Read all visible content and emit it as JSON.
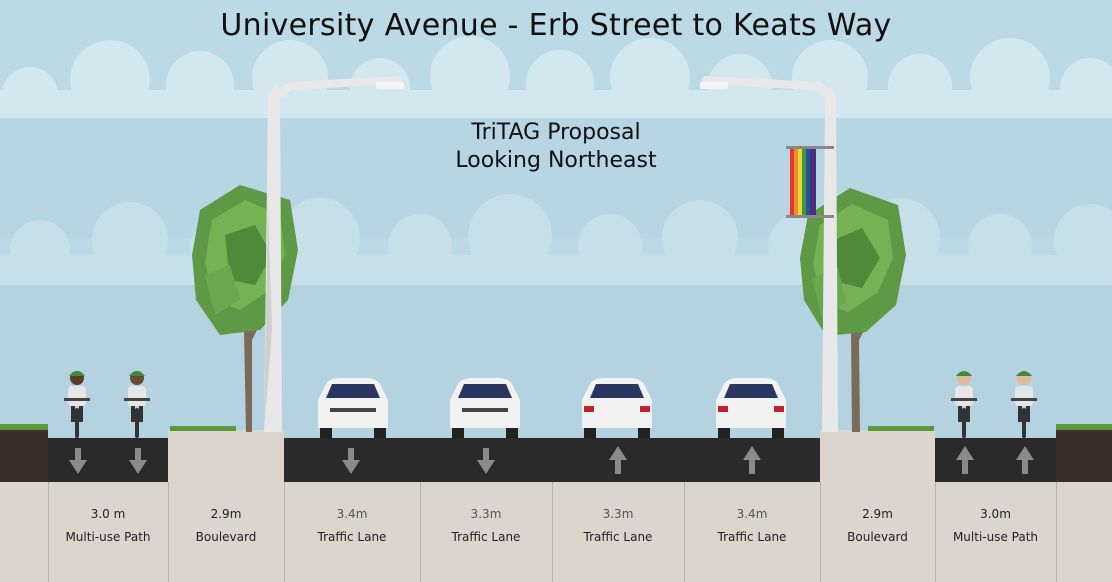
{
  "title": "University Avenue - Erb Street to Keats Way",
  "subtitle": {
    "line1": "TriTAG Proposal",
    "line2": "Looking Northeast"
  },
  "segments": [
    {
      "width": "3.0 m",
      "name": "Multi-use Path",
      "type": "path",
      "direction": "down"
    },
    {
      "width": "2.9m",
      "name": "Boulevard",
      "type": "boulevard"
    },
    {
      "width": "3.4m",
      "name": "Traffic Lane",
      "type": "lane",
      "direction": "down"
    },
    {
      "width": "3.3m",
      "name": "Traffic Lane",
      "type": "lane",
      "direction": "down"
    },
    {
      "width": "3.3m",
      "name": "Traffic Lane",
      "type": "lane",
      "direction": "up"
    },
    {
      "width": "3.4m",
      "name": "Traffic Lane",
      "type": "lane",
      "direction": "up"
    },
    {
      "width": "2.9m",
      "name": "Boulevard",
      "type": "boulevard"
    },
    {
      "width": "3.0m",
      "name": "Multi-use Path",
      "type": "path",
      "direction": "up"
    }
  ],
  "colors": {
    "sky": "#bcd9e6",
    "cloud": "#d4e8f0",
    "road": "#2a2a2a",
    "sidewalk": "#dad6cd",
    "soil": "#3a2e27",
    "grass": "#5a9a3a",
    "tree_leaf": "#6aa84f",
    "pole": "#e8e8e8"
  },
  "icons": [
    "cyclist-icon",
    "car-icon",
    "tree-icon",
    "streetlight-icon",
    "rainbow-banner-icon",
    "arrow-down-icon",
    "arrow-up-icon"
  ]
}
